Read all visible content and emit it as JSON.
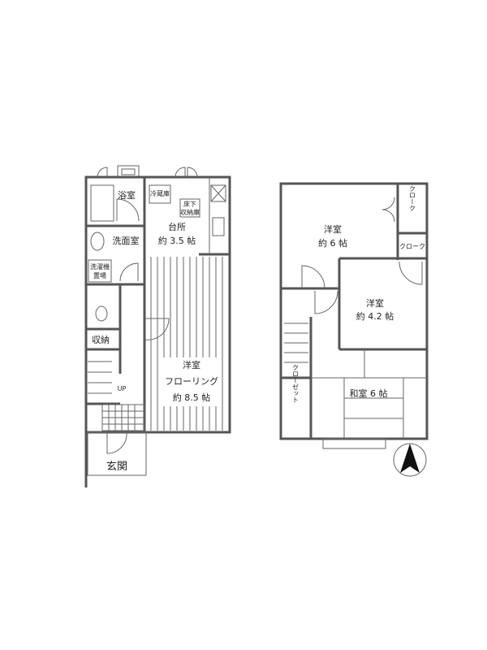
{
  "floor1": {
    "bath": "浴室",
    "fridge": "冷蔵庫",
    "underfloor_storage": [
      "床下",
      "収納庫"
    ],
    "kitchen": [
      "台所",
      "約 3.5 帖"
    ],
    "washroom": "洗面室",
    "laundry": [
      "洗濯機",
      "置場"
    ],
    "storage": "収納",
    "up": "UP",
    "western_room": [
      "洋室",
      "フローリング",
      "約 8.5 帖"
    ],
    "entrance": "玄関"
  },
  "floor2": {
    "western_room_1": [
      "洋室",
      "約 6 帖"
    ],
    "cloak_1": "クローク",
    "cloak_2": "クローク",
    "western_room_2": [
      "洋室",
      "約 4.2 帖"
    ],
    "closet": "クローゼット",
    "japanese_room": "和室 6 帖"
  }
}
